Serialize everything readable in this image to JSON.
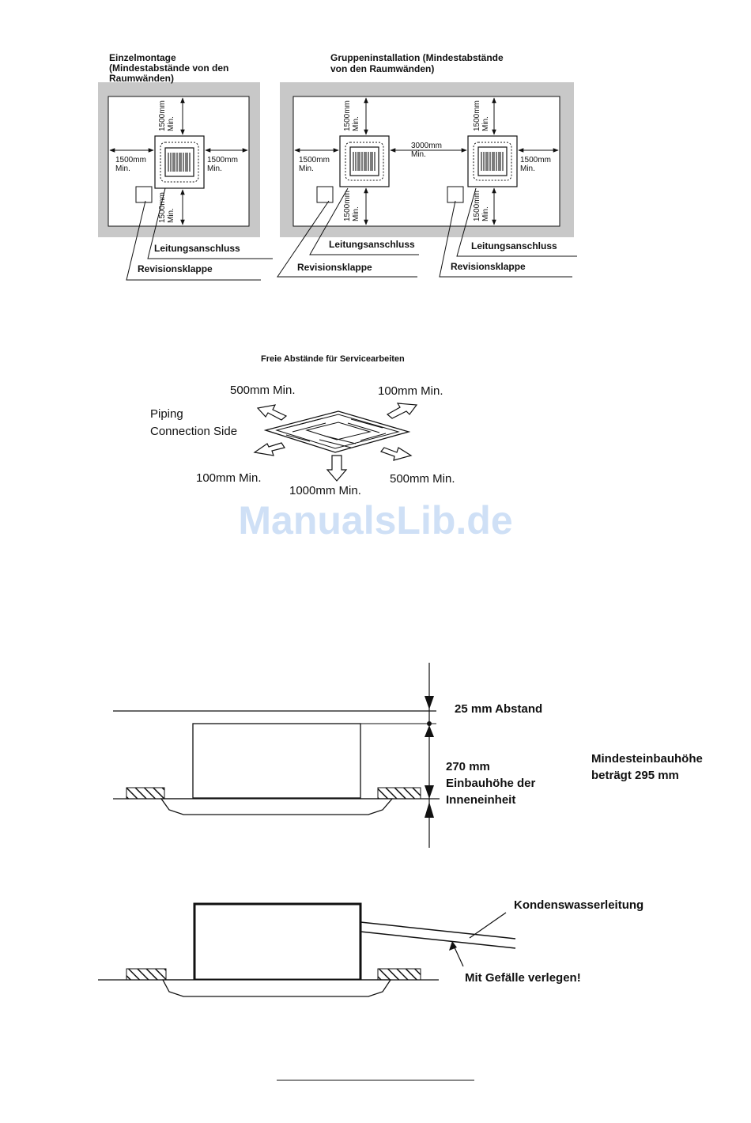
{
  "section1": {
    "single": {
      "title": "Einzelmontage\n(Mindestabstände von den\nRaumwänden)",
      "dim_top": "1500mm\nMin.",
      "dim_left": "1500mm\nMin.",
      "dim_right": "1500mm\nMin.",
      "dim_bottom": "1500mm\nMin.",
      "callout_pipe": "Leitungsanschluss",
      "callout_hatch": "Revisionsklappe"
    },
    "group": {
      "title": "Gruppeninstallation (Mindestabstände\nvon den Raumwänden)",
      "dim_top_1": "1500mm\nMin.",
      "dim_left": "1500mm\nMin.",
      "dim_between": "3000mm\nMin.",
      "dim_bottom_1": "1500mm\nMin.",
      "dim_top_2": "1500mm\nMin.",
      "dim_right": "1500mm\nMin.",
      "dim_bottom_2": "1500mm\nMin.",
      "callout_pipe_1": "Leitungsanschluss",
      "callout_hatch_1": "Revisionsklappe",
      "callout_pipe_2": "Leitungsanschluss",
      "callout_hatch_2": "Revisionsklappe"
    }
  },
  "section2": {
    "title": "Freie Abstände für Servicearbeiten",
    "side_label": "Piping\nConnection Side",
    "c_back_left": "500mm Min.",
    "c_back_right": "100mm Min.",
    "c_left": "100mm Min.",
    "c_front": "1000mm Min.",
    "c_right": "500mm Min."
  },
  "watermark": "ManualsLib.de",
  "section3": {
    "gap_label": "25 mm Abstand",
    "height_label": "270 mm\nEinbauhöhe der\nInneneinheit",
    "min_height_label": "Mindesteinbauhöhe\nbeträgt 295 mm"
  },
  "section4": {
    "drain_label": "Kondenswasserleitung",
    "slope_label": "Mit Gefälle verlegen!"
  }
}
